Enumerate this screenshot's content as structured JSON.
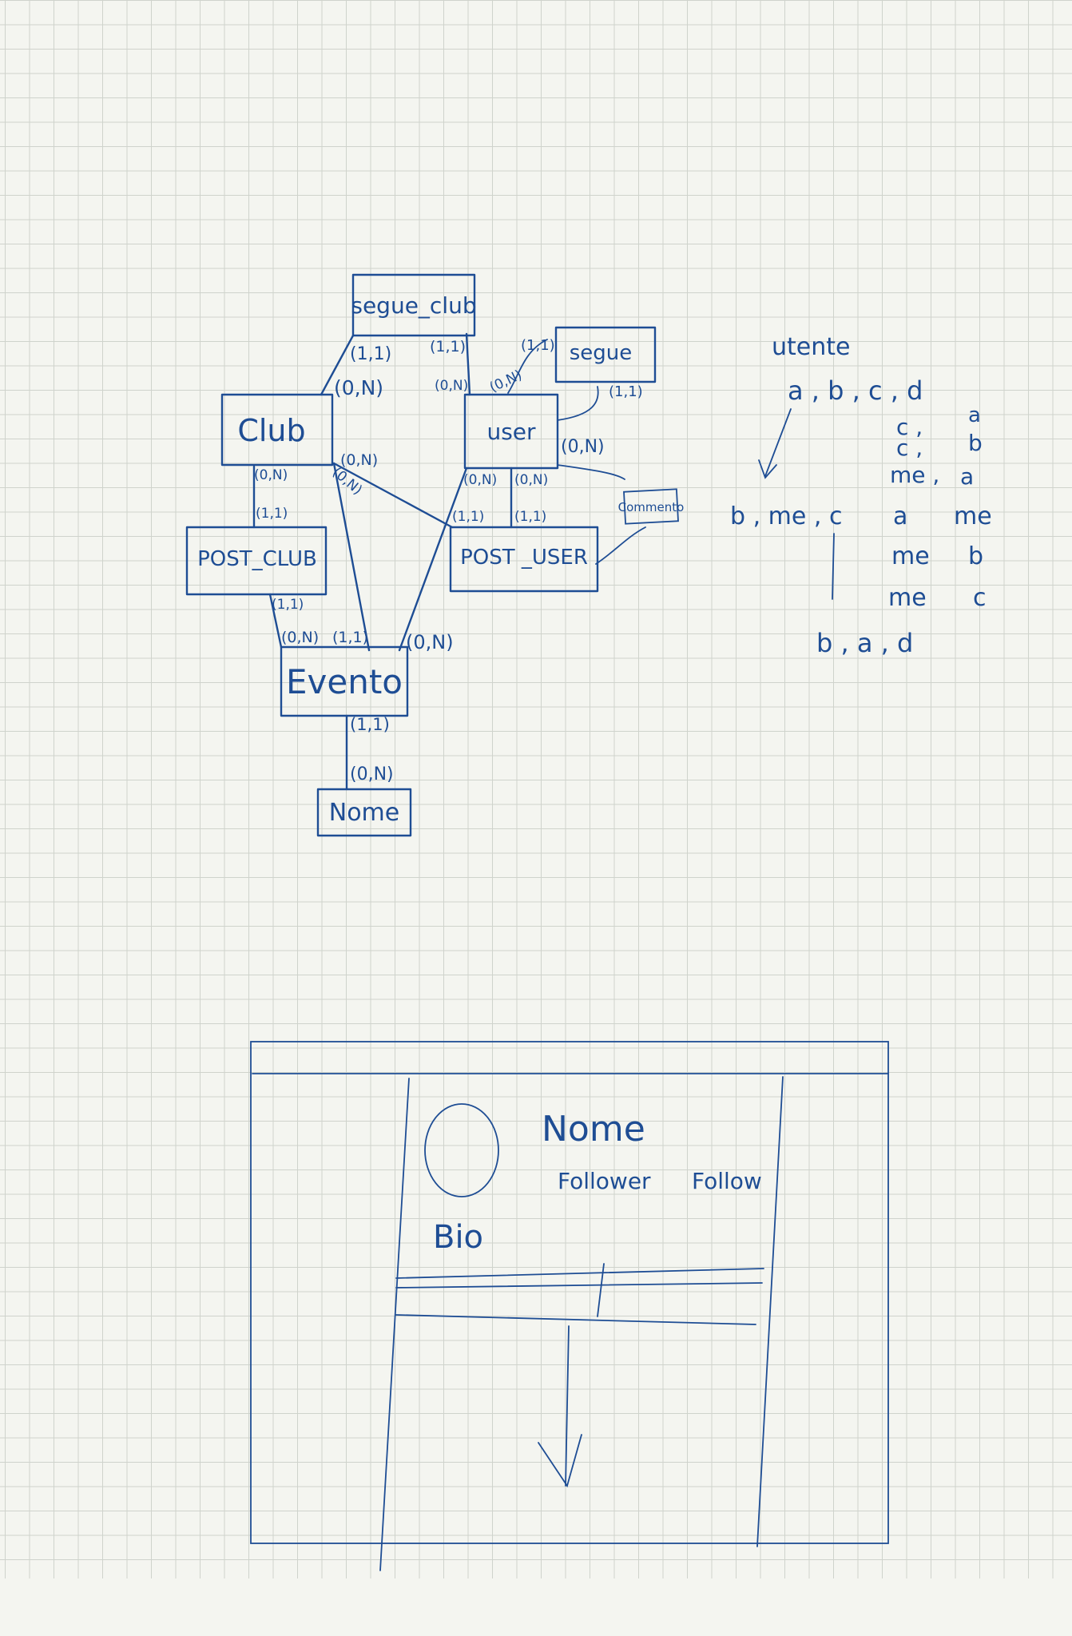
{
  "er_diagram": {
    "entities": {
      "segue_club": "segue_club",
      "segue": "segue",
      "club": "Club",
      "user": "user",
      "post_club": "POST_CLUB",
      "post_user": "POST _USER",
      "evento": "Evento",
      "nome": "Nome",
      "commento": "Commento"
    },
    "cardinalities": {
      "segue_club_left": "(1,1)",
      "segue_club_right": "(1,1)",
      "club_to_segue_club": "(0,N)",
      "user_to_segue_club": "(0,N)",
      "user_to_segue": "(0,N)",
      "segue_to_user": "(1,1)",
      "segue_right": "(1,1)",
      "user_right": "(0,N)",
      "club_right": "(0,N)",
      "club_diag": "(0,N)",
      "club_down": "(0,N)",
      "post_club_top": "(1,1)",
      "user_down_left": "(0,N)",
      "user_down_right": "(0,N)",
      "post_user_left": "(1,1)",
      "post_user_right": "(1,1)",
      "post_club_bottom": "(1,1)",
      "evento_top_left": "(0,N)",
      "evento_top_mid": "(1,1)",
      "evento_top_right": "(0,N)",
      "evento_bottom": "(1,1)",
      "nome_top": "(0,N)"
    }
  },
  "notes": {
    "title": "utente",
    "row1": "a , b , c , d",
    "left_list": "b , me , c",
    "bottom_list": "b , a , d",
    "pairs": [
      [
        "c ,",
        "a"
      ],
      [
        "c ,",
        "b"
      ],
      [
        "me ,",
        "a"
      ],
      [
        "a",
        "me"
      ],
      [
        "me",
        "b"
      ],
      [
        "me",
        "c"
      ]
    ]
  },
  "wireframe": {
    "name": "Nome",
    "follower": "Follower",
    "follow": "Follow",
    "bio": "Bio"
  }
}
